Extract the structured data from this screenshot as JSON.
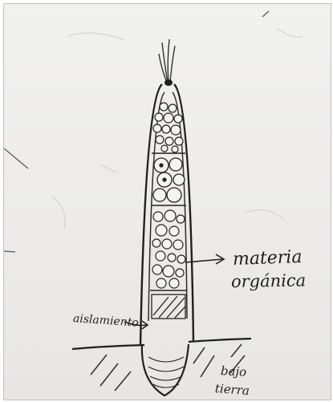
{
  "diagram": {
    "labels": {
      "materia": "materia",
      "organica": "orgánica",
      "aislamiento": "aislamiento",
      "bajo": "bajo",
      "tierra": "tierra"
    },
    "colors": {
      "paper": "#ecebe8",
      "ink": "#1f1f1f"
    }
  }
}
